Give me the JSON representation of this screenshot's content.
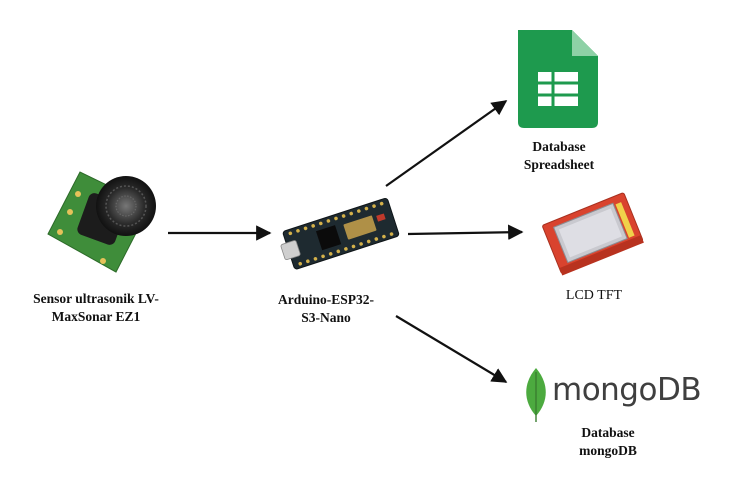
{
  "nodes": {
    "sensor": {
      "line1": "Sensor ultrasonik LV-",
      "line2": "MaxSonar EZ1"
    },
    "mcu": {
      "line1": "Arduino-ESP32-",
      "line2": "S3-Nano"
    },
    "sheets": {
      "line1": "Database",
      "line2": "Spreadsheet"
    },
    "lcd": {
      "line1": "LCD TFT"
    },
    "mongodb": {
      "logo_text": "mongoDB",
      "line1": "Database",
      "line2": "mongoDB"
    }
  },
  "edges": [
    {
      "from": "sensor",
      "to": "mcu"
    },
    {
      "from": "mcu",
      "to": "sheets"
    },
    {
      "from": "mcu",
      "to": "lcd"
    },
    {
      "from": "mcu",
      "to": "mongodb"
    }
  ],
  "icons": [
    "ultrasonic-sensor-icon",
    "arduino-board-icon",
    "google-sheets-icon",
    "lcd-tft-icon",
    "mongodb-leaf-icon"
  ],
  "colors": {
    "sensor_board": "#3f8d3a",
    "sheets_green": "#1e9a4e",
    "lcd_red": "#d9432e",
    "mongo_green": "#4caa3f",
    "arrow": "#111111"
  }
}
